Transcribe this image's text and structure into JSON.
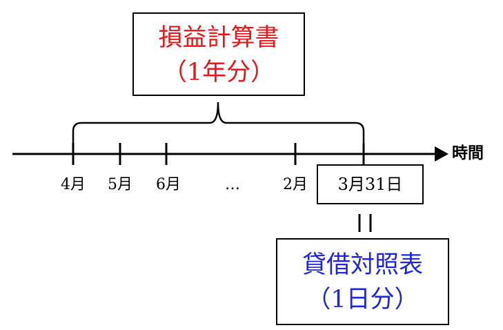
{
  "income_statement": {
    "title": "損益計算書",
    "period": "（1年分）",
    "color": "#e8151b"
  },
  "balance_sheet": {
    "title": "貸借対照表",
    "period": "（1日分）",
    "color": "#1d25e0"
  },
  "timeline": {
    "axis_label": "時間",
    "months": [
      "4月",
      "5月",
      "6月",
      "…",
      "2月"
    ],
    "closing_date": "3月31日",
    "equals_sign": "＝"
  }
}
